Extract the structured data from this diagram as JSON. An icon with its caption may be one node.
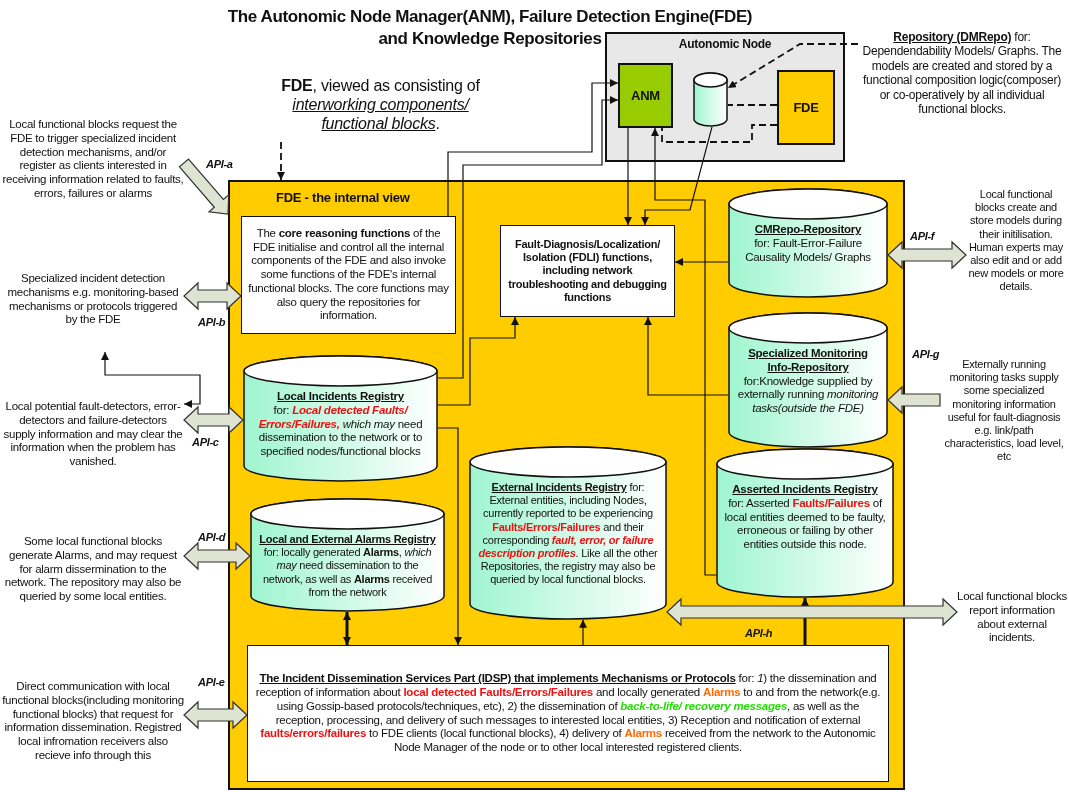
{
  "diagram": {
    "title": "The Autonomic Node Manager(ANM), Failure Detection Engine(FDE) and Knowledge Repositories",
    "nodes": [
      {
        "text": [
          "Autonomic Node"
        ]
      },
      {
        "text": [
          "ANM"
        ],
        "in": 0
      },
      {
        "text": [],
        "shape": "cylinder",
        "in": 0
      },
      {
        "text": [
          "FDE"
        ],
        "in": 0
      },
      {
        "text": [
          "**Repository (DMRepo)** for: Dependendability Models/ Graphs. The models are created and stored by a functional composition logic(composer) or co-operatively by all individual functional blocks."
        ]
      },
      {
        "text": [
          "**FDE**, viewed as consisting of *interworking components/ functional blocks*."
        ]
      },
      {
        "text": [
          "FDE - the internal view"
        ]
      },
      {
        "text": [
          "The **core reasoning functions** of the FDE initialise and control all the internal components of the FDE and also invoke some functions of the FDE's internal functional blocks. The core functions may also query the repositories for information."
        ],
        "in": 6
      },
      {
        "text": [
          "Fault-Diagnosis/Localization/ Isolation (FDLI) functions, including network troubleshooting and debugging functions"
        ],
        "in": 6
      },
      {
        "text": [
          "CMRepo-Repository",
          "for: Fault-Error-Failure Causality Models/ Graphs"
        ],
        "in": 6
      },
      {
        "text": [
          "Specialized Monitoring Info-Repository",
          "for:Knowledge supplied by externally running *monitoring tasks(outside the FDE)*"
        ],
        "in": 6
      },
      {
        "text": [
          "Local Incidents Registry",
          "for: **Local detected Faults/ Errors/Failures,** *which may* need dissemination to the network or to specified nodes/functional blocks"
        ],
        "in": 6
      },
      {
        "text": [
          "**External Incidents Registry** for: External entities, including Nodes, currently reported to be experiencing **Faults/Errors/Failures** and their corresponding **fault, error, or failure description profiles**. Like all the other Repositories, the registry may also be queried by local functional blocks."
        ],
        "in": 6
      },
      {
        "text": [
          "**Asserted Incidents Registry** for: Asserted **Faults/Failures** of local entities deemed to be faulty, erroneous or failing by other entities outside this node."
        ],
        "in": 6
      },
      {
        "text": [
          "**Local and External Alarms Registry** for: locally generated **Alarms**, *which may* need dissemination to the network, as well as **Alarms** received from the network"
        ],
        "in": 6
      },
      {
        "text": [
          "**The Incident Dissemination Services Part (IDSP) that implements Mechanisms or Protocols** for: *1*) the dissemination and reception of information about **local detected Faults/Errors/Failures** and locally generated **Alarms** to and from the network(e.g. using Gossip-based protocols/techniques, etc), 2) the dissemination of **back-to-life/ recovery messages**, as well as the reception, processing, and delivery of such messages to interested local entities, 3) Reception and notification of external **faults/errors/failures** to FDE clients (local functional blocks), 4) delivery of **Alarms** received from the network to the Autonomic Node Manager of the node or to other local interested registered clients."
        ],
        "in": 6
      },
      {
        "text": [
          "Local functional blocks request the FDE to trigger specialized incident detection mechanisms, and/or register as clients interested in receiving information related to faults, errors, failures or alarms"
        ]
      },
      {
        "text": [
          "Specialized incident detection mechanisms e.g. monitoring-based mechanisms or protocols triggered by the FDE"
        ]
      },
      {
        "text": [
          "Local potential fault-detectors, error-detectors and failure-detectors supply information and may clear the information when the problem has vanished."
        ]
      },
      {
        "text": [
          "Some local functional blocks generate Alarms, and may request for alarm dissermination to the network. The repository may also be queried by some local entities."
        ]
      },
      {
        "text": [
          "Direct communication with local functional blocks(including monitoring functional blocks) that request for information dissemination. Registred local infromation receivers also recieve info through this"
        ]
      },
      {
        "text": [
          "Local functional blocks create and store models during their initilisation. Human experts may also edit and or add new models or more details."
        ]
      },
      {
        "text": [
          "Externally running monitoring tasks supply some specialized monitoring information useful for fault-diagnosis e.g. link/path characteristics, load level, etc"
        ]
      },
      {
        "text": [
          "Local functional blocks report information about external incidents."
        ]
      }
    ],
    "edges": [
      {
        "from": 4,
        "to": 2,
        "arrow": "to",
        "style": "dashed"
      },
      {
        "from": 3,
        "to": 2,
        "arrow": "none",
        "style": "dashed"
      },
      {
        "from": 3,
        "to": 1,
        "arrow": "none",
        "style": "dashed"
      },
      {
        "from": 5,
        "to": 6,
        "arrow": "to",
        "style": "dashed"
      },
      {
        "from": 7,
        "to": 1,
        "arrow": "to"
      },
      {
        "from": 11,
        "to": 1,
        "arrow": "to"
      },
      {
        "from": 11,
        "to": 8,
        "arrow": "to"
      },
      {
        "from": 11,
        "to": 15,
        "arrow": "to"
      },
      {
        "from": 1,
        "to": 8,
        "arrow": "to"
      },
      {
        "from": 13,
        "to": 1,
        "arrow": "to"
      },
      {
        "from": 2,
        "to": 8,
        "arrow": "to"
      },
      {
        "from": 9,
        "to": 8,
        "arrow": "to"
      },
      {
        "from": 10,
        "to": 8,
        "arrow": "to"
      },
      {
        "from": 14,
        "to": 15,
        "arrow": "both",
        "style": "thick"
      },
      {
        "from": 15,
        "to": 12,
        "arrow": "to"
      },
      {
        "from": 15,
        "to": 13,
        "arrow": "to",
        "style": "thick"
      },
      {
        "from": 16,
        "to": 6,
        "arrow": "to",
        "label": "API-a"
      },
      {
        "from": 17,
        "to": 7,
        "arrow": "both",
        "label": "API-b"
      },
      {
        "from": 18,
        "to": 11,
        "arrow": "both",
        "label": "API-c"
      },
      {
        "from": 19,
        "to": 14,
        "arrow": "both",
        "label": "API-d"
      },
      {
        "from": 20,
        "to": 15,
        "arrow": "both",
        "label": "API-e"
      },
      {
        "from": 9,
        "to": 21,
        "arrow": "both",
        "label": "API-f"
      },
      {
        "from": 22,
        "to": 10,
        "arrow": "to",
        "label": "API-g"
      },
      {
        "from": 12,
        "to": 23,
        "arrow": "both",
        "label": "API-h"
      },
      {
        "from": 17,
        "to": 18,
        "arrow": "both"
      }
    ]
  }
}
